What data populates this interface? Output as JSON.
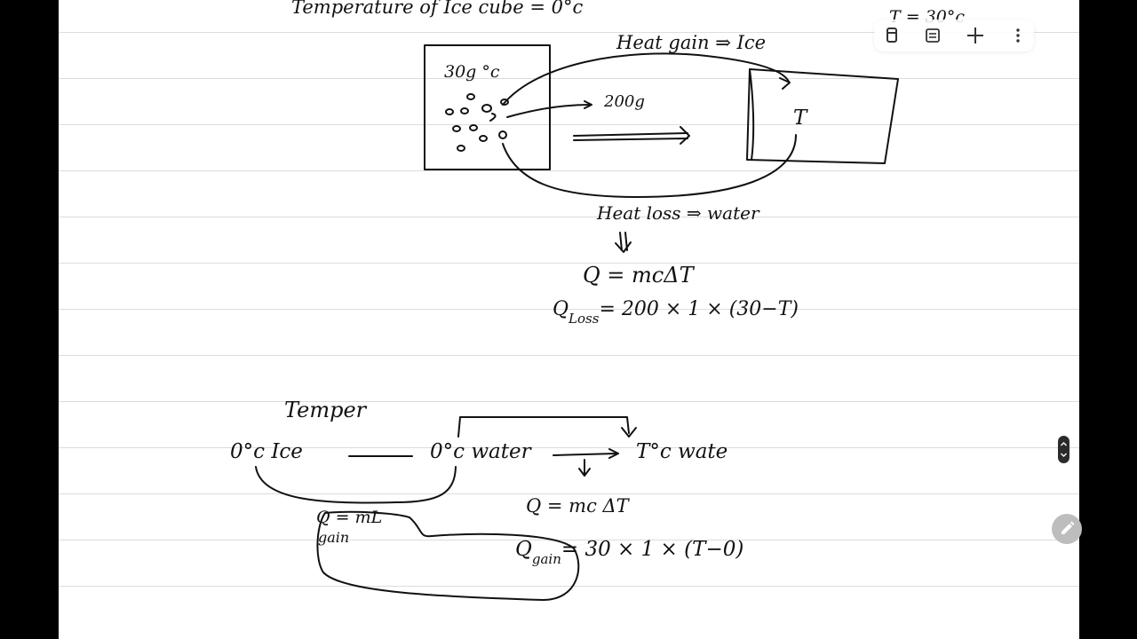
{
  "notes": {
    "title_line": "Temperature of Ice cube = 0°c",
    "top_right_temp": "T = 30°c",
    "heat_gain_label": "Heat gain ⇒ Ice",
    "ice_box_label": "30g °c",
    "water_mass": "200g",
    "water_temp_var": "T",
    "heat_loss_label": "Heat loss ⇒ water",
    "eq1": "Q = mcΔT",
    "eq2_q": "Q",
    "eq2_sub": "Loss",
    "eq2_rhs": "= 200 × 1 × (30−T)",
    "temper_word": "Temper",
    "chain_ice": "0°c Ice",
    "chain_water": "0°c water",
    "chain_final": "T°c wate",
    "eq3": "Q = mc ΔT",
    "eq4_left_q": "Q = mL",
    "eq4_left_sub": "gain",
    "eq5_q": "Q",
    "eq5_sub": "gain",
    "eq5_rhs": "= 30 × 1 × (T−0)"
  },
  "colors": {
    "ink": "#111111",
    "page": "#ffffff",
    "rule_line": "#dcdcdc",
    "frame": "#000000",
    "fab": "#bdbdbd"
  },
  "toolbar": {
    "icons": [
      "eraser-icon",
      "list-icon",
      "plus-icon",
      "more-icon"
    ]
  },
  "controls": {
    "fab_icon": "pencil-icon",
    "scroll_icon": "scroll-handle-icon"
  }
}
